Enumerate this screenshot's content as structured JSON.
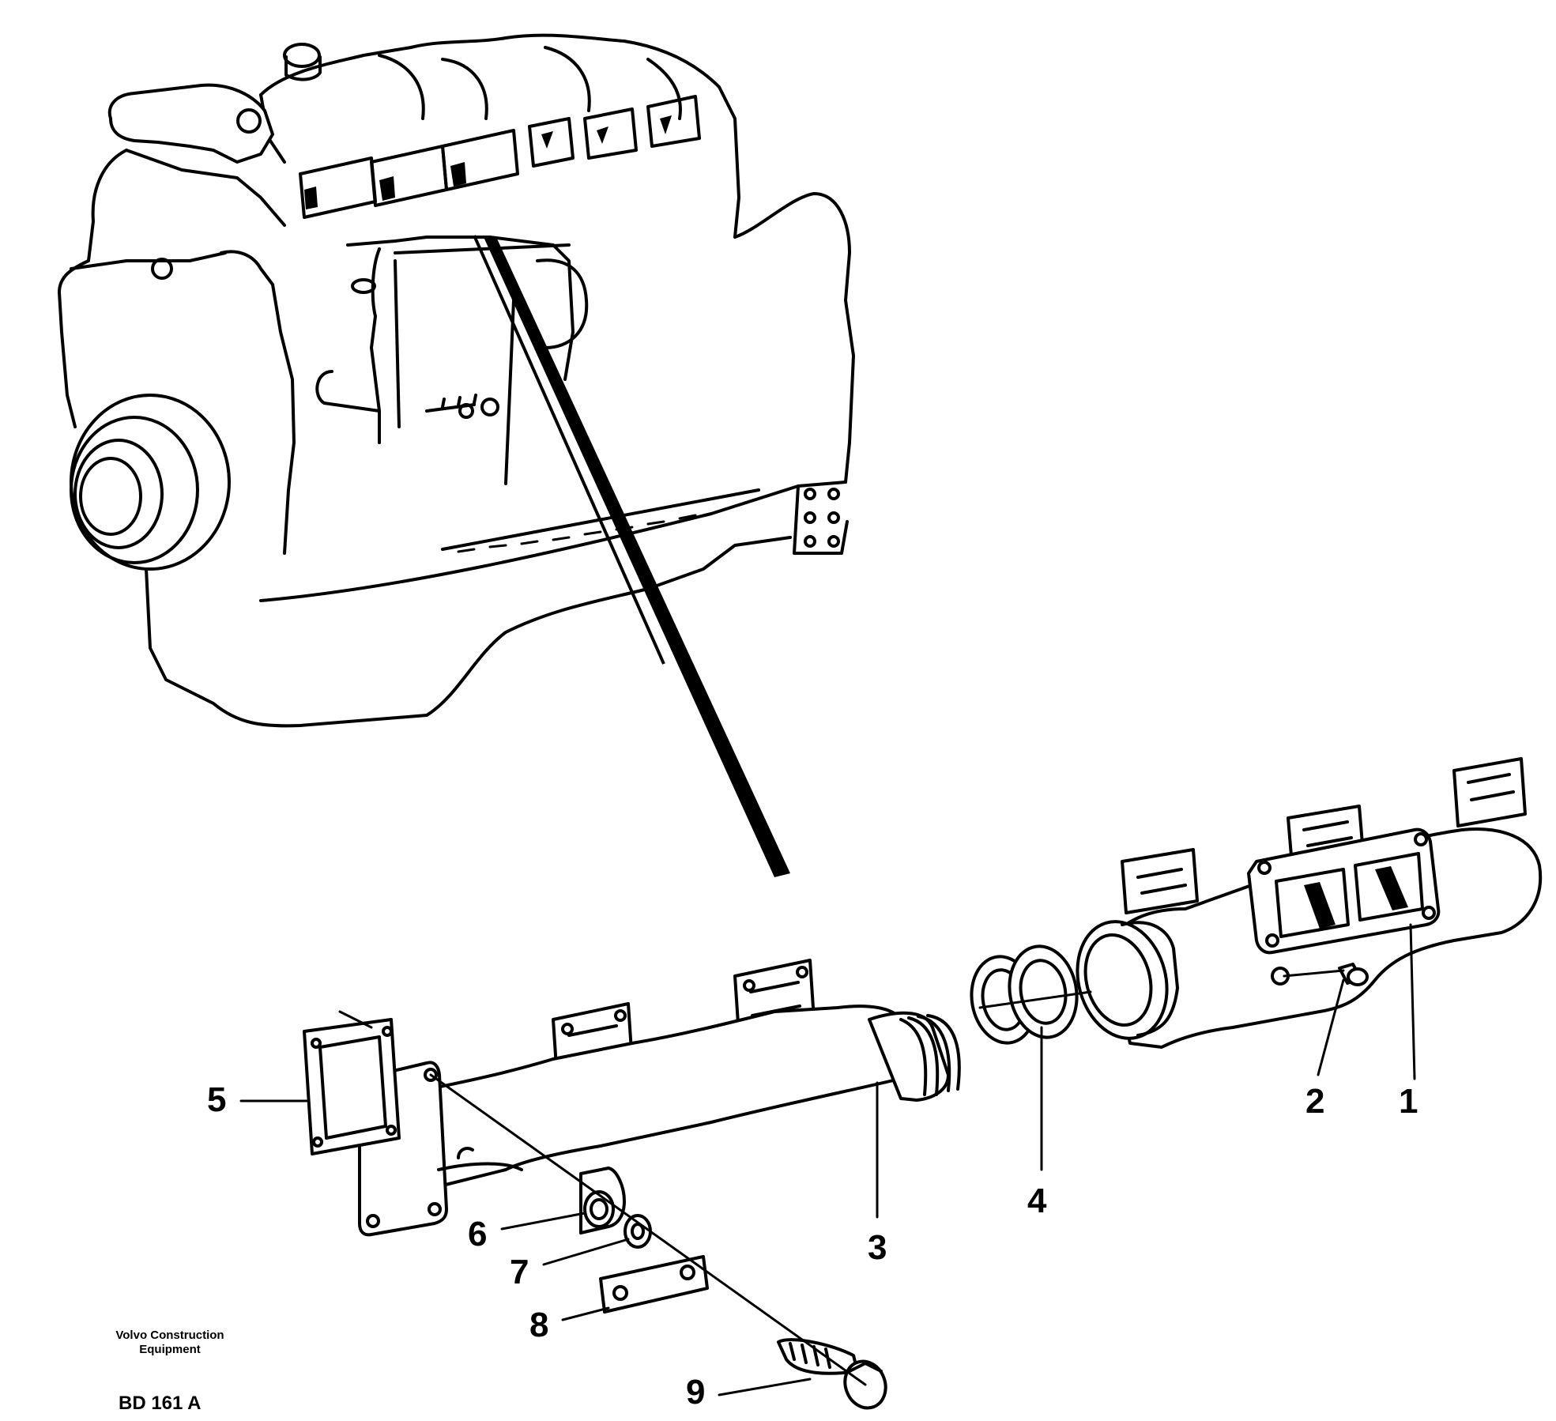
{
  "callouts": [
    {
      "id": "1",
      "label": "1"
    },
    {
      "id": "2",
      "label": "2"
    },
    {
      "id": "3",
      "label": "3"
    },
    {
      "id": "4",
      "label": "4"
    },
    {
      "id": "5",
      "label": "5"
    },
    {
      "id": "6",
      "label": "6"
    },
    {
      "id": "7",
      "label": "7"
    },
    {
      "id": "8",
      "label": "8"
    },
    {
      "id": "9",
      "label": "9"
    }
  ],
  "footer": {
    "brand_line1": "Volvo Construction",
    "brand_line2": "Equipment",
    "code": "BD 161 A"
  }
}
